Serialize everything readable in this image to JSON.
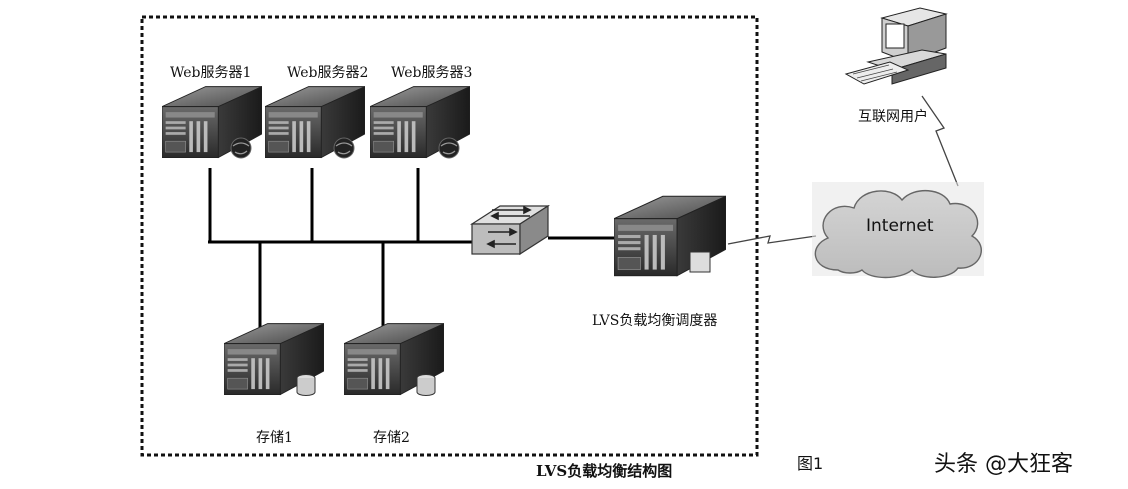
{
  "web_servers": [
    {
      "label": "Web服务器1"
    },
    {
      "label": "Web服务器2"
    },
    {
      "label": "Web服务器3"
    }
  ],
  "storage": [
    {
      "label": "存储1"
    },
    {
      "label": "存储2"
    }
  ],
  "scheduler": {
    "label": "LVS负载均衡调度器"
  },
  "internet": {
    "label": "Internet"
  },
  "user": {
    "label": "互联网用户"
  },
  "caption": "LVS负载均衡结构图",
  "figure_label": "图1",
  "watermark": "头条 @大狂客"
}
